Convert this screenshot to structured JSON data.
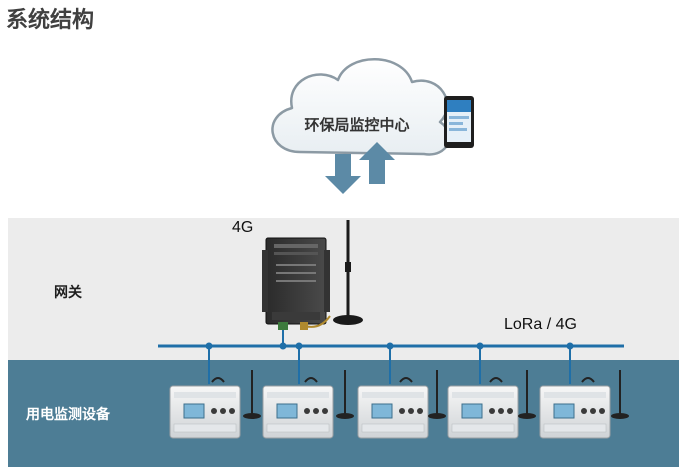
{
  "page": {
    "title": "系统结构"
  },
  "cloud": {
    "label": "环保局监控中心"
  },
  "layers": {
    "gateway": {
      "label": "网关"
    },
    "devices": {
      "label": "用电监测设备"
    }
  },
  "links": {
    "gateway_uplink": "4G",
    "bus": "LoRa / 4G"
  },
  "colors": {
    "gateway_band": "#ececec",
    "device_band": "#4d7d95",
    "bus_line": "#1f6fa8",
    "arrows": "#5c8aa6"
  },
  "icons": [
    "cloud-icon",
    "arrow-down-icon",
    "arrow-up-icon",
    "phone-icon",
    "gateway-device-icon",
    "antenna-icon",
    "meter-device-icon"
  ]
}
